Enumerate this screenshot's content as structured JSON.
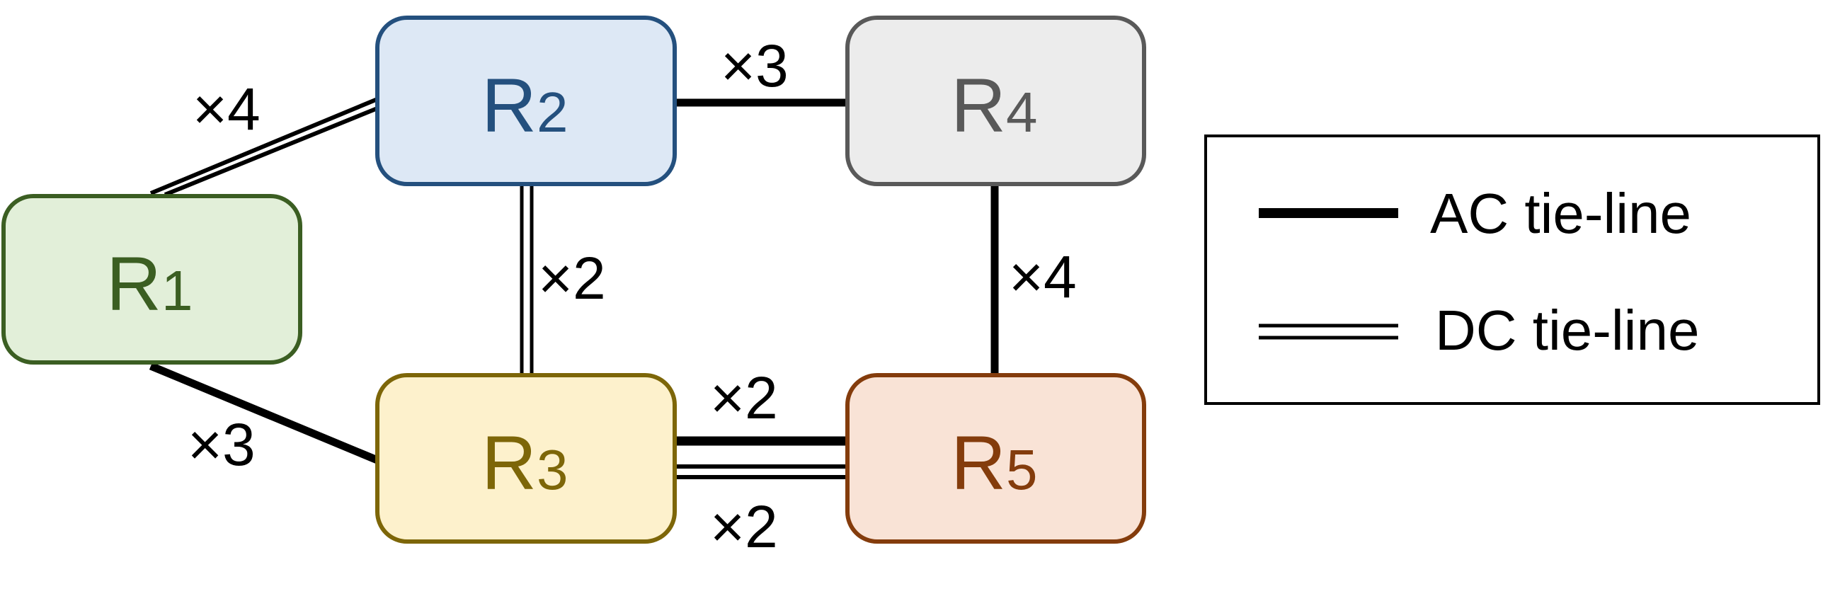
{
  "regions": [
    {
      "id": "R1",
      "letter": "R",
      "index": "1",
      "fill": "#e2efd9",
      "stroke": "#3b5e22",
      "text_color": "#3b5e22"
    },
    {
      "id": "R2",
      "letter": "R",
      "index": "2",
      "fill": "#dde8f5",
      "stroke": "#24507e",
      "text_color": "#24507e"
    },
    {
      "id": "R3",
      "letter": "R",
      "index": "3",
      "fill": "#fdf1cc",
      "stroke": "#7d6608",
      "text_color": "#7d6608"
    },
    {
      "id": "R4",
      "letter": "R",
      "index": "4",
      "fill": "#ececec",
      "stroke": "#595959",
      "text_color": "#595959"
    },
    {
      "id": "R5",
      "letter": "R",
      "index": "5",
      "fill": "#f9e3d6",
      "stroke": "#843c0c",
      "text_color": "#843c0c"
    }
  ],
  "links": [
    {
      "from": "R1",
      "to": "R2",
      "type": "DC",
      "multiplier": "×4"
    },
    {
      "from": "R2",
      "to": "R4",
      "type": "AC",
      "multiplier": "×3"
    },
    {
      "from": "R2",
      "to": "R3",
      "type": "DC",
      "multiplier": "×2"
    },
    {
      "from": "R4",
      "to": "R5",
      "type": "AC",
      "multiplier": "×4"
    },
    {
      "from": "R1",
      "to": "R3",
      "type": "AC",
      "multiplier": "×3"
    },
    {
      "from": "R3",
      "to": "R5",
      "type": "AC",
      "multiplier": "×2"
    },
    {
      "from": "R3",
      "to": "R5",
      "type": "DC",
      "multiplier": "×2"
    }
  ],
  "legend": {
    "ac_label": "AC tie-line",
    "dc_label": "DC tie-line"
  },
  "colors": {
    "line": "#000000",
    "legend_border": "#000000"
  }
}
